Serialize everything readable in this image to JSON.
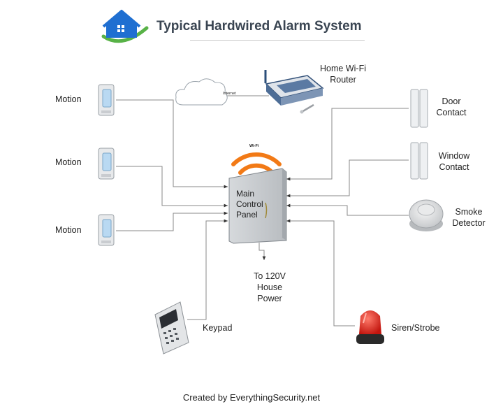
{
  "title": "Typical Hardwired Alarm System",
  "footer": "Created by EverythingSecurity.net",
  "panel": {
    "line1": "Main",
    "line2": "Control",
    "line3": "Panel",
    "wifi_label": "Wi-Fi"
  },
  "router": {
    "line1": "Home Wi-Fi",
    "line2": "Router",
    "internet_label": "Internet"
  },
  "power": {
    "line1": "To 120V",
    "line2": "House",
    "line3": "Power"
  },
  "devices": {
    "motion1": "Motion",
    "motion2": "Motion",
    "motion3": "Motion",
    "keypad": "Keypad",
    "door": {
      "line1": "Door",
      "line2": "Contact"
    },
    "window": {
      "line1": "Window",
      "line2": "Contact"
    },
    "smoke": {
      "line1": "Smoke",
      "line2": "Detector"
    },
    "siren": "Siren/Strobe"
  },
  "colors": {
    "wire": "#8a8a8a",
    "wifi_orange": "#f27a16",
    "house_blue": "#1f6fd1",
    "logo_green": "#58b247",
    "siren_red": "#e0241b"
  }
}
